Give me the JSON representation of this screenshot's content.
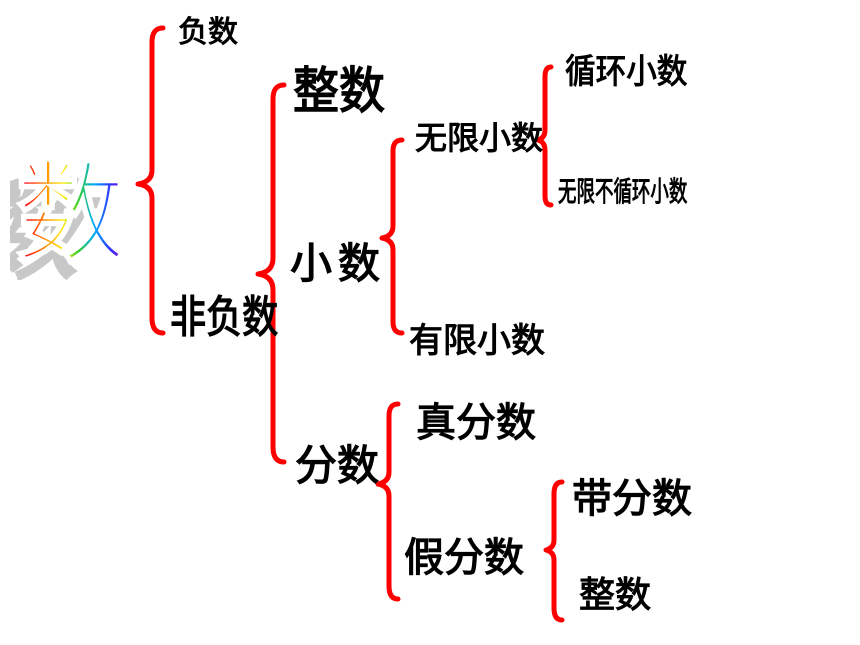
{
  "title": "数",
  "brace_color": "#ff0000",
  "rainbow": [
    "#e6007e",
    "#ff2a00",
    "#ff9900",
    "#ffee00",
    "#33cc33",
    "#00aaff",
    "#3333ff",
    "#9900cc"
  ],
  "nodes": {
    "negative": "负数",
    "non_negative": "非负数",
    "integer": "整数",
    "decimal": "小数",
    "fraction": "分数",
    "infinite_decimal": "无限小数",
    "finite_decimal": "有限小数",
    "repeating_decimal": "循环小数",
    "non_repeating_decimal": "无限不循环小数",
    "proper_fraction": "真分数",
    "improper_fraction": "假分数",
    "mixed_number": "带分数",
    "integer_from_improper": "整数"
  }
}
